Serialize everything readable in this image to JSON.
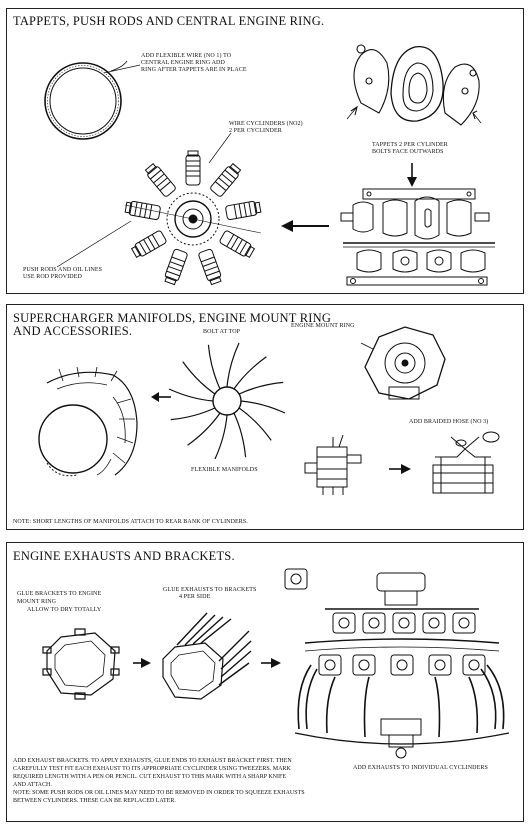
{
  "panel1": {
    "title": "TAPPETS, PUSH RODS AND CENTRAL ENGINE RING.",
    "labels": {
      "flex_wire": [
        "ADD FLEXIBLE WIRE (No 1) TO",
        "CENTRAL ENGINE RING ADD",
        "RING AFTER TAPPETS ARE IN PLACE"
      ],
      "wire_cyl": [
        "WIRE CYCLINDERS (No2)",
        "2 PER CYCLINDER"
      ],
      "tappets": [
        "TAPPETS 2 PER CYLINDER",
        "BOLTS FACE OUTWARDS"
      ],
      "push_rods": [
        "PUSH RODS AND OIL LINES",
        "USE ROD PROVIDED"
      ]
    }
  },
  "panel2": {
    "title_lines": [
      "SUPERCHARGER MANIFOLDS, ENGINE MOUNT RING",
      "AND ACCESSORIES."
    ],
    "labels": {
      "bolt_top": "BOLT AT TOP",
      "mount_ring": "ENGINE MOUNT RING",
      "flex_manifolds": "FLEXIBLE MANIFOLDS",
      "braided_hose": "ADD BRAIDED HOSE (No 3)",
      "note": "NOTE: SHORT LENGTHS OF MANIFOLDS ATTACH TO REAR BANK OF CYLINDERS."
    }
  },
  "panel3": {
    "title": "ENGINE EXHAUSTS AND BRACKETS.",
    "labels": {
      "glue_brackets": [
        "GLUE BRACKETS TO ENGINE",
        "MOUNT RING",
        "ALLOW TO DRY TOTALLY"
      ],
      "glue_exhausts": [
        "GLUE EXHAUSTS TO BRACKETS",
        "4 PER SIDE"
      ],
      "add_exhausts": "ADD EXHAUSTS TO INDIVIDUAL CYCLINDERS"
    },
    "paragraph": [
      "ADD EXHAUST BRACKETS. TO APPLY EXHAUSTS, GLUE ENDS TO EXHAUST BRACKET FIRST. THEN",
      "CAREFULLY TEST FIT EACH EXHAUST TO ITS APPROPRIATE CYCLINDER USING TWEEZERS. MARK",
      "REQUIRED LENGTH WITH A PEN OR PENCIL. CUT EXHAUST TO THIS MARK WITH A SHARP KNIFE",
      "AND ATTACH.",
      "NOTE: SOME PUSH RODS OR OIL LINES MAY NEED TO BE REMOVED IN ORDER TO SQUEEZE EXHAUSTS",
      "BETWEEN CYLINDERS. THESE CAN BE REPLACED LATER."
    ]
  },
  "icons": [
    "arrow-left-icon",
    "arrow-down-icon",
    "arrow-right-icon"
  ],
  "colors": {
    "ink": "#111111",
    "paper": "#ffffff"
  }
}
